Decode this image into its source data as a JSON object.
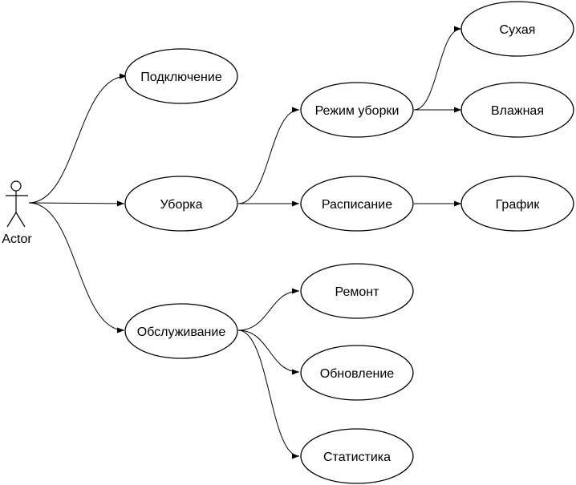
{
  "diagram": {
    "actor": {
      "label": "Actor"
    },
    "nodes": [
      {
        "id": "podkl",
        "label": "Подключение"
      },
      {
        "id": "uborka",
        "label": "Уборка"
      },
      {
        "id": "obsl",
        "label": "Обслуживание"
      },
      {
        "id": "rezhim",
        "label": "Режим уборки"
      },
      {
        "id": "raspis",
        "label": "Расписание"
      },
      {
        "id": "suhaya",
        "label": "Сухая"
      },
      {
        "id": "vlazh",
        "label": "Влажная"
      },
      {
        "id": "grafik",
        "label": "График"
      },
      {
        "id": "remont",
        "label": "Ремонт"
      },
      {
        "id": "obnov",
        "label": "Обновление"
      },
      {
        "id": "stat",
        "label": "Статистика"
      }
    ],
    "edges": [
      {
        "from": "actor",
        "to": "podkl"
      },
      {
        "from": "actor",
        "to": "uborka"
      },
      {
        "from": "actor",
        "to": "obsl"
      },
      {
        "from": "uborka",
        "to": "rezhim"
      },
      {
        "from": "uborka",
        "to": "raspis"
      },
      {
        "from": "rezhim",
        "to": "suhaya"
      },
      {
        "from": "rezhim",
        "to": "vlazh"
      },
      {
        "from": "raspis",
        "to": "grafik"
      },
      {
        "from": "obsl",
        "to": "remont"
      },
      {
        "from": "obsl",
        "to": "obnov"
      },
      {
        "from": "obsl",
        "to": "stat"
      }
    ]
  }
}
